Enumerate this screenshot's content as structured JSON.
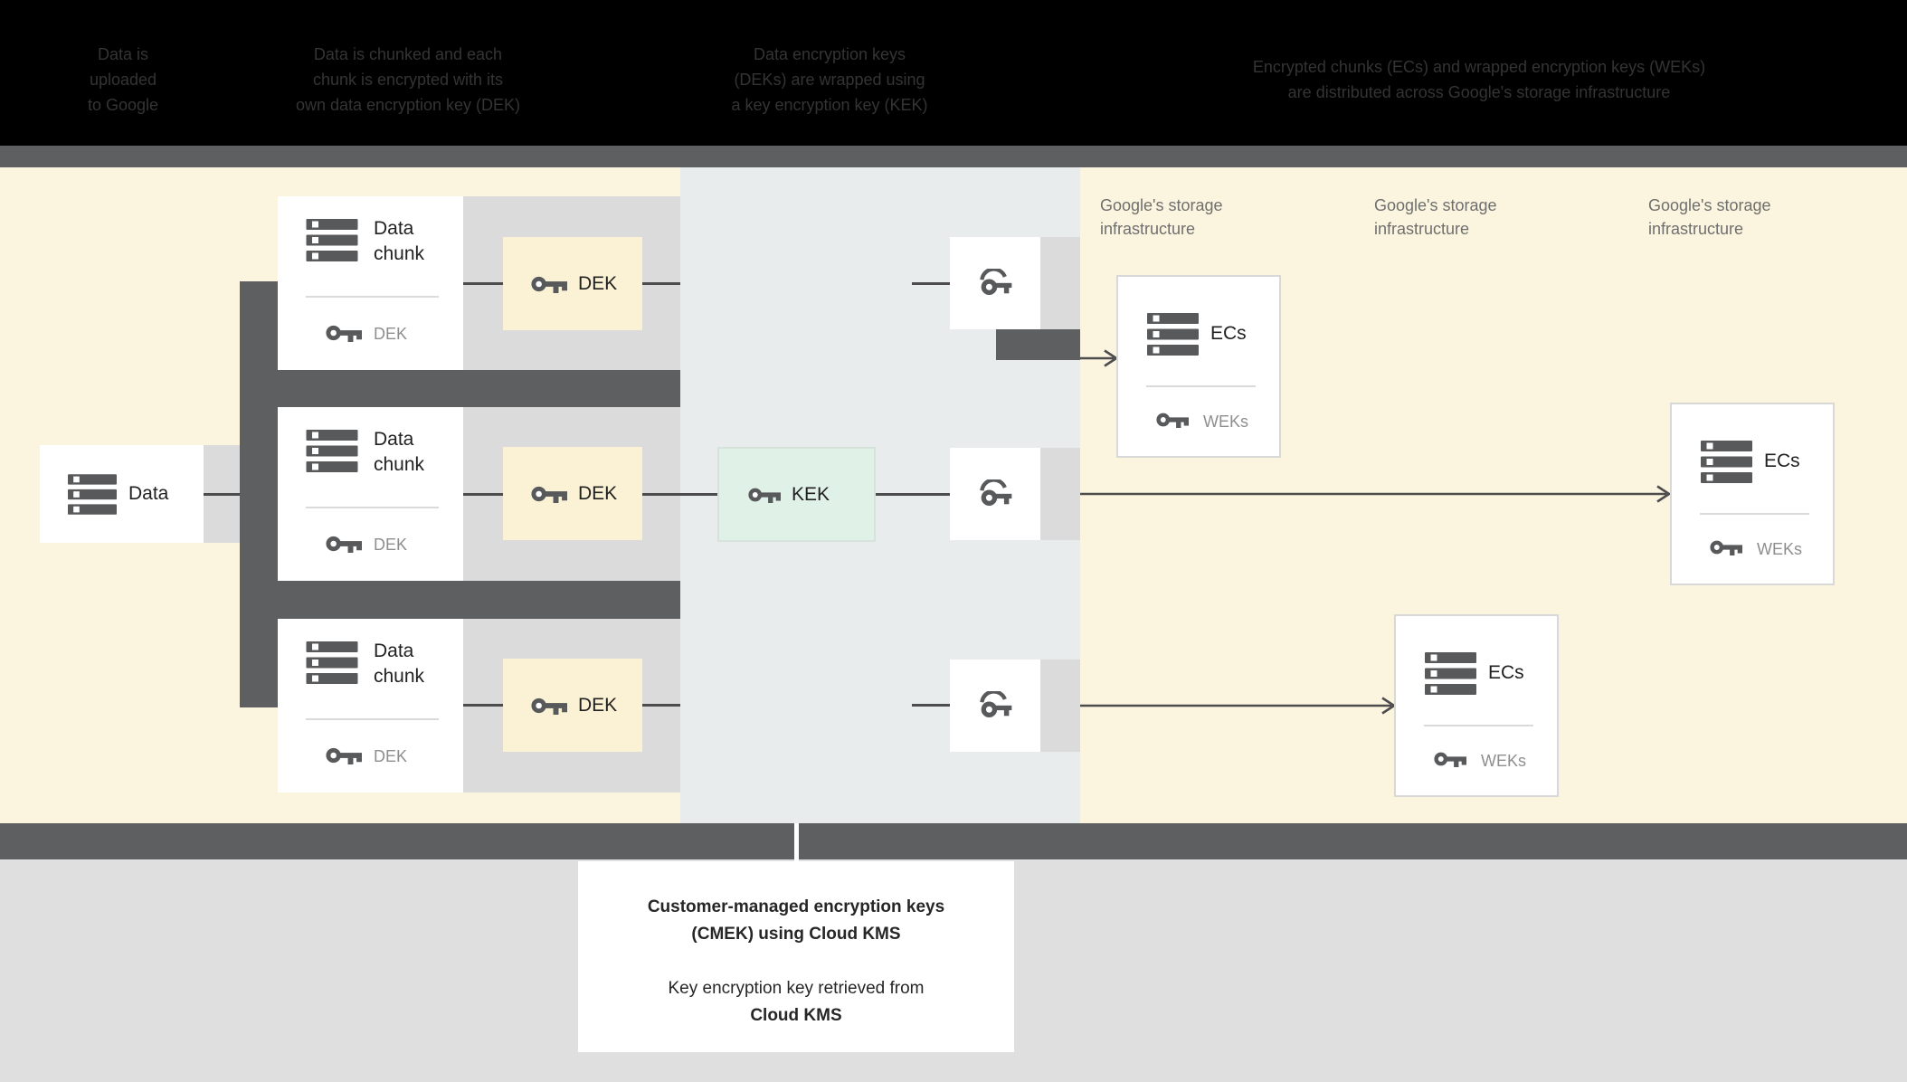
{
  "header": {
    "captions": [
      {
        "lines": [
          "Data is",
          "uploaded",
          "to Google"
        ]
      },
      {
        "lines": [
          "Data is chunked and each",
          "chunk is encrypted with its",
          "own data encryption key (DEK)"
        ]
      },
      {
        "lines": [
          "Data encryption keys",
          "(DEKs) are wrapped using",
          "a key encryption key (KEK)"
        ]
      },
      {
        "lines": [
          "Encrypted chunks (ECs) and wrapped encryption keys (WEKs)",
          "are distributed across Google's storage infrastructure"
        ]
      }
    ]
  },
  "diagram": {
    "data_box": {
      "label": "Data"
    },
    "chunk_boxes": [
      {
        "line1": "Data",
        "line2": "chunk",
        "key_label": "DEK"
      },
      {
        "line1": "Data",
        "line2": "chunk",
        "key_label": "DEK"
      },
      {
        "line1": "Data",
        "line2": "chunk",
        "key_label": "DEK"
      }
    ],
    "dek_boxes": [
      {
        "label": "DEK"
      },
      {
        "label": "DEK"
      },
      {
        "label": "DEK"
      }
    ],
    "kek_box": {
      "label": "KEK"
    },
    "storage_labels": [
      {
        "line1": "Google's storage",
        "line2": "infrastructure"
      },
      {
        "line1": "Google's storage",
        "line2": "infrastructure"
      },
      {
        "line1": "Google's storage",
        "line2": "infrastructure"
      }
    ],
    "ec_boxes": [
      {
        "title": "ECs",
        "key_label": "WEKs"
      },
      {
        "title": "ECs",
        "key_label": "WEKs"
      },
      {
        "title": "ECs",
        "key_label": "WEKs"
      }
    ],
    "icons": {
      "data": "storage-icon",
      "key": "key-icon",
      "wrapped_key": "wrap-key-icon",
      "arrow": "arrow-right-icon"
    }
  },
  "footer": {
    "caption": {
      "line1": "Customer-managed encryption keys",
      "line2": "(CMEK) using Cloud KMS",
      "line3": "Key encryption key retrieved from",
      "line4": "Cloud KMS"
    }
  },
  "colors": {
    "black_header": "#000000",
    "caption_text": "#343434",
    "dark_gray": "#5E5F60",
    "yellow_section": "#FBF4DE",
    "middle_section": "#E9ECEC",
    "row_band_gray": "#DBDBDB",
    "dek_fill": "#FBF2D6",
    "kek_fill": "#E0F1E8",
    "kek_border": "#D5E3DA",
    "ec_border": "#D8D8D8",
    "icon_gray": "#58595B",
    "line_color": "#4C4C4C",
    "text_dark": "#212121",
    "text_muted": "#8E8E8E",
    "storage_label_gray": "#6F6F6F",
    "bottom_bg": "#DFDFDF",
    "note_text": "#262626"
  }
}
